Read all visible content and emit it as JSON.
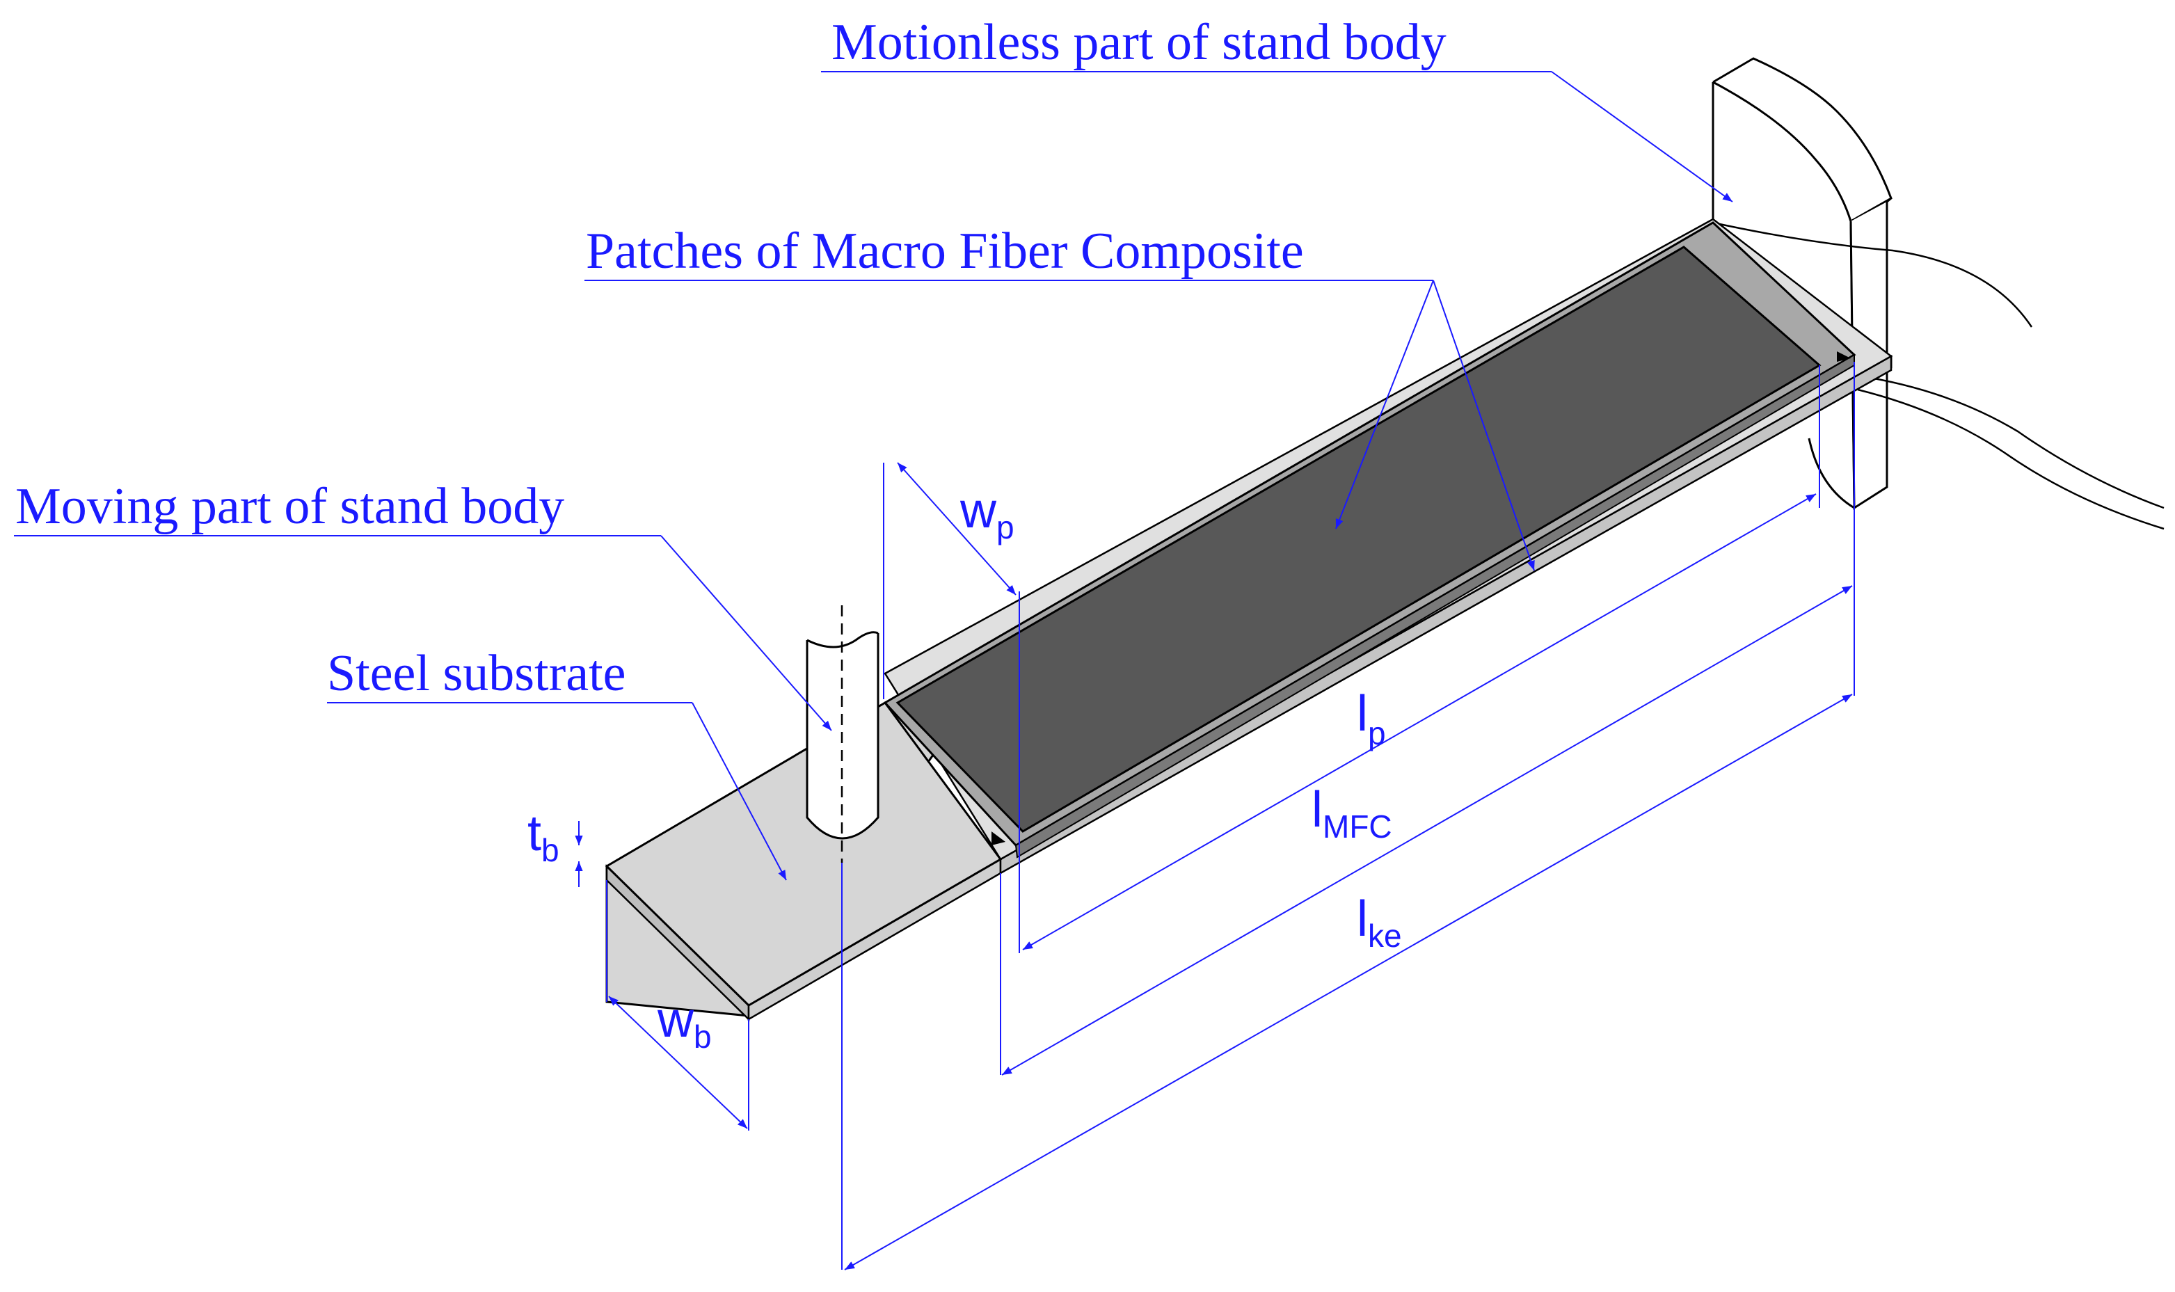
{
  "labels": {
    "motionless": "Motionless part of stand body",
    "patches": "Patches of Macro Fiber Composite",
    "moving": "Moving part of stand body",
    "steel": "Steel substrate"
  },
  "dimensions": {
    "wp": {
      "main": "w",
      "sub": "p"
    },
    "lp": {
      "main": "l",
      "sub": "p"
    },
    "lmfc": {
      "main": "l",
      "sub": "MFC"
    },
    "lke": {
      "main": "l",
      "sub": "ke"
    },
    "tb": {
      "main": "t",
      "sub": "b"
    },
    "wb": {
      "main": "w",
      "sub": "b"
    }
  },
  "colors": {
    "annotation": "#1a1aff",
    "substrate": "#d6d6d6",
    "patch": "#585858",
    "patch_edge": "#a8a8a8"
  }
}
